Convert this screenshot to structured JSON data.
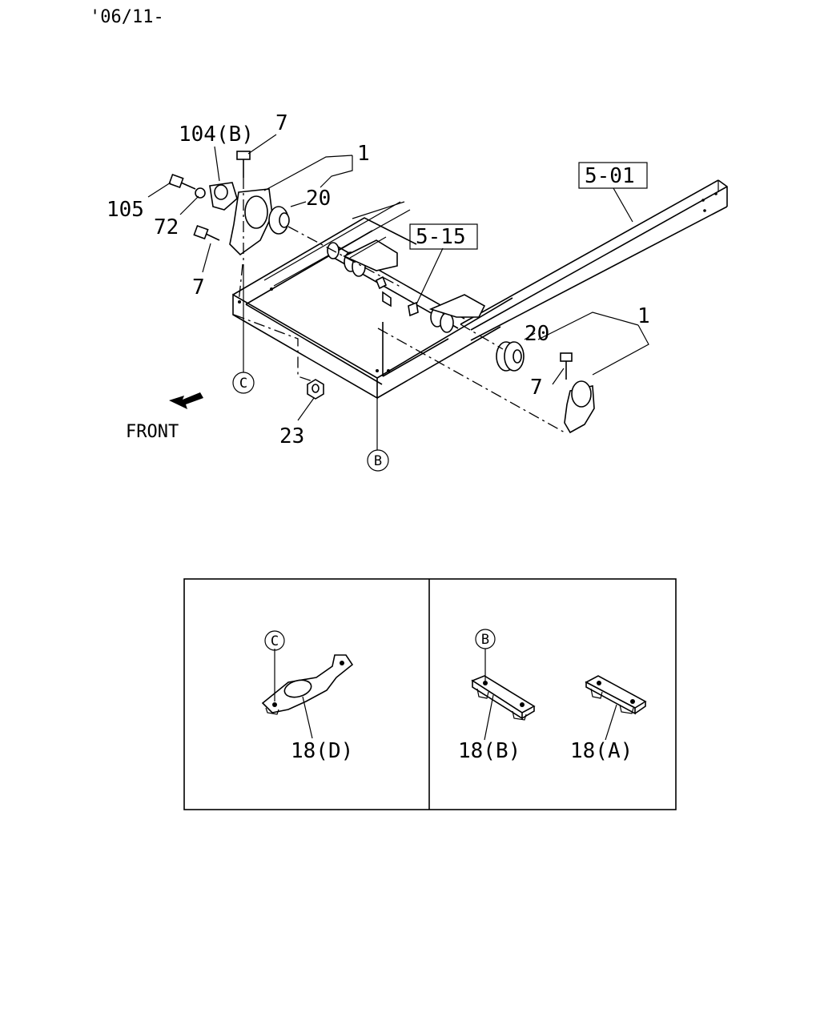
{
  "header": {
    "date_code": "'06/11-"
  },
  "direction": {
    "front_label": "FRONT"
  },
  "callouts": {
    "c104b": "104(B)",
    "c7_top": "7",
    "c1_top": "1",
    "c105": "105",
    "c72": "72",
    "c20_top": "20",
    "c7_left": "7",
    "c5_01": "5-01",
    "c5_15": "5-15",
    "c1_right": "1",
    "c20_right": "20",
    "c7_right": "7",
    "c23": "23"
  },
  "markers": {
    "c_main": "C",
    "b_main": "B",
    "c_detail": "C",
    "b_detail": "B"
  },
  "details": {
    "d_label": "18(D)",
    "b_label": "18(B)",
    "a_label": "18(A)"
  }
}
